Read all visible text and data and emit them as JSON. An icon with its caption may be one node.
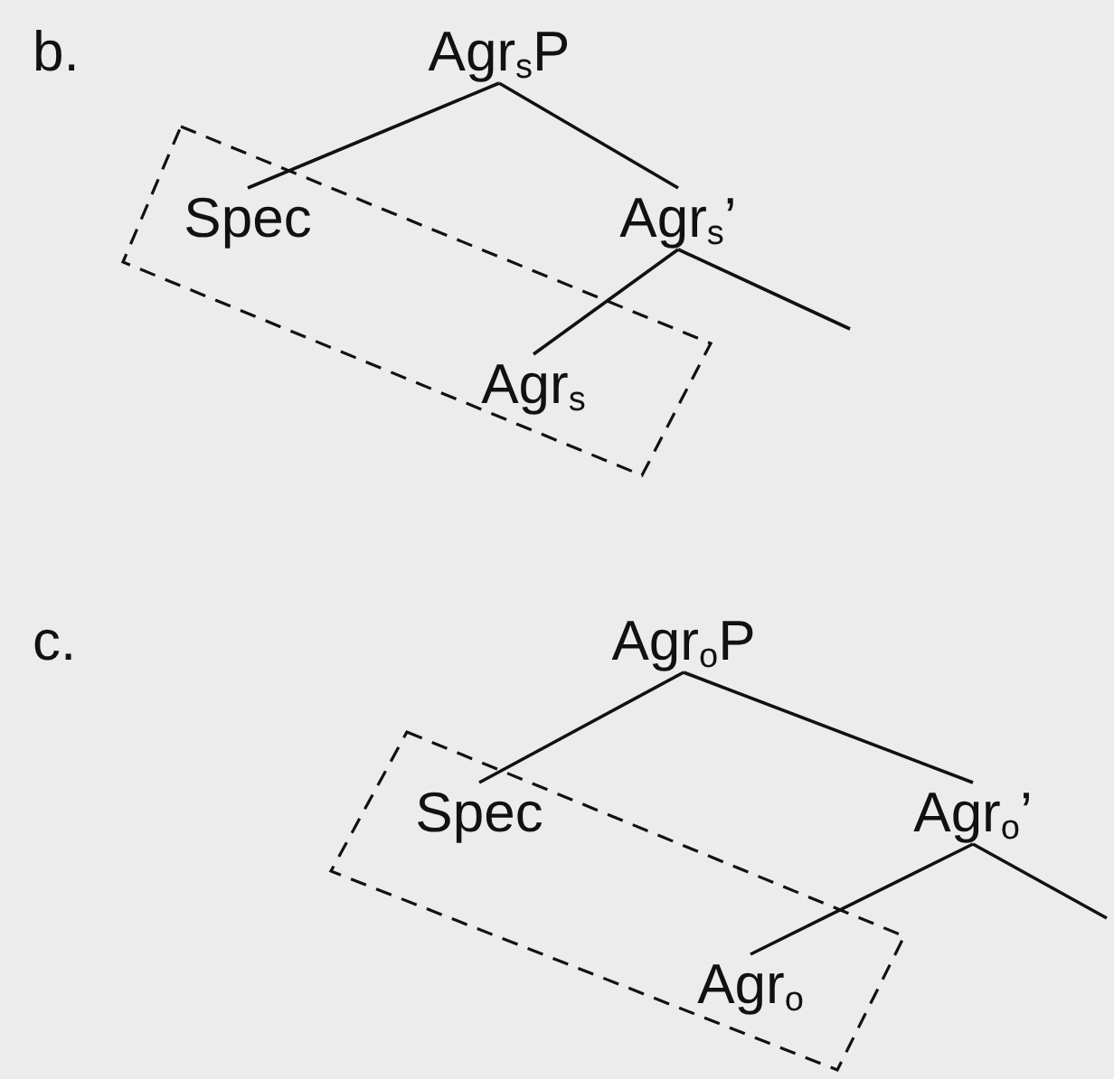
{
  "diagram": {
    "nodes": [
      {
        "text": [
          "Agr$_{s}$P"
        ]
      },
      {
        "text": [
          "Spec"
        ]
      },
      {
        "text": [
          "Agr$_{s}$’"
        ]
      },
      {
        "text": [
          "Agr$_{s}$"
        ]
      },
      {
        "text": [
          "Agr$_{o}$P"
        ]
      },
      {
        "text": [
          "Spec"
        ]
      },
      {
        "text": [
          "Agr$_{o}$’"
        ]
      },
      {
        "text": [
          "Agr$_{o}$"
        ]
      }
    ],
    "edges": [
      {
        "from": 0,
        "to": 1,
        "arrow": "none"
      },
      {
        "from": 0,
        "to": 2,
        "arrow": "none"
      },
      {
        "from": 2,
        "to": 3,
        "arrow": "none"
      },
      {
        "from": 2,
        "to": null,
        "arrow": "none"
      },
      {
        "from": 4,
        "to": 5,
        "arrow": "none"
      },
      {
        "from": 4,
        "to": 6,
        "arrow": "none"
      },
      {
        "from": 6,
        "to": 7,
        "arrow": "none"
      },
      {
        "from": 6,
        "to": null,
        "arrow": "none"
      }
    ],
    "labels": [
      "b.",
      "c."
    ]
  }
}
